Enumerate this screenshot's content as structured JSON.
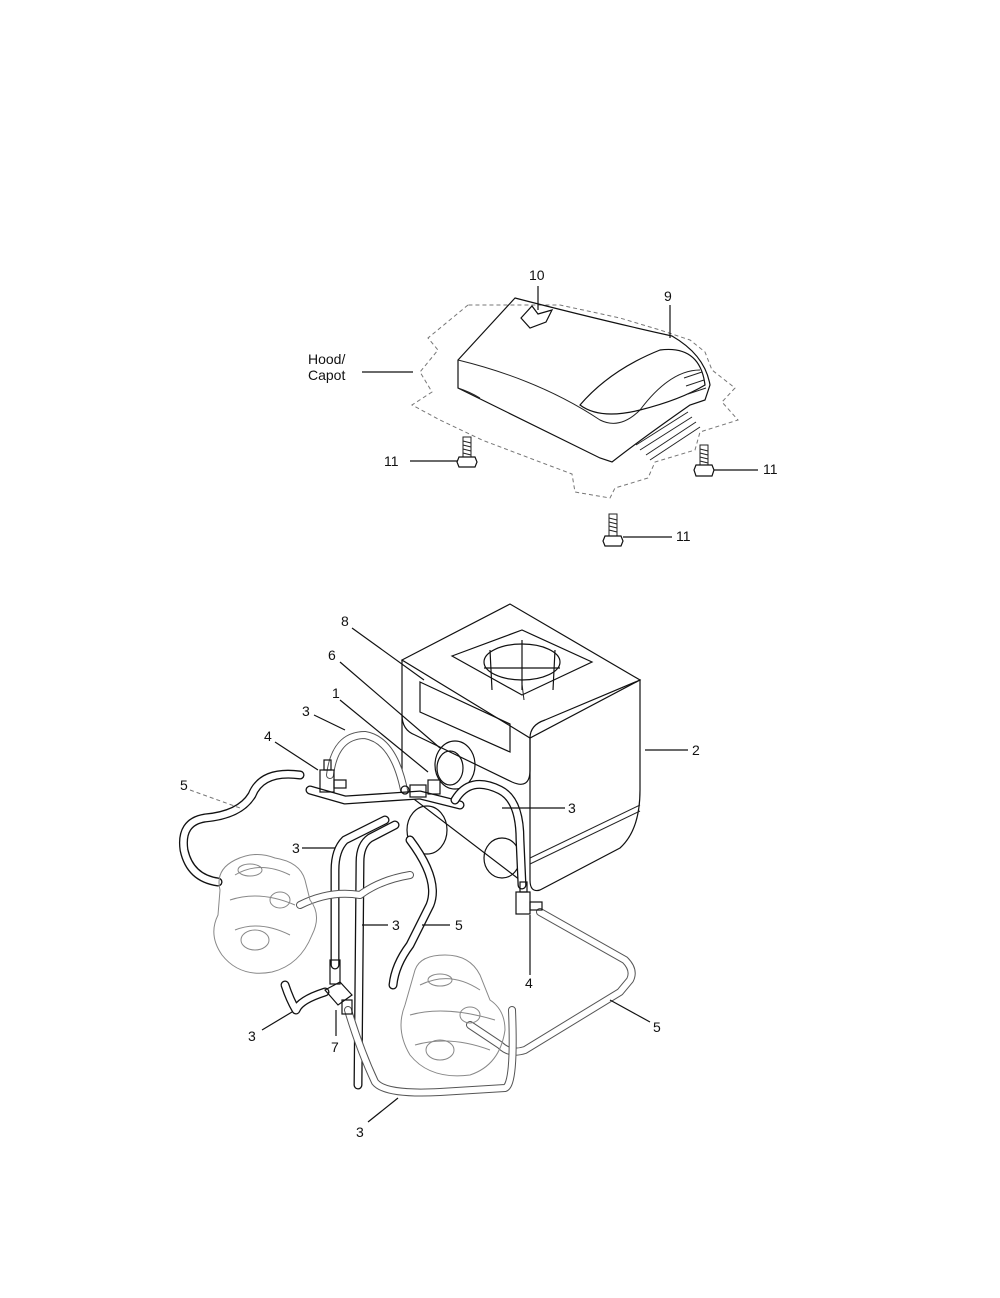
{
  "callouts": {
    "hood_capot": [
      "Hood/",
      "Capot"
    ],
    "hood_parts": {
      "p9": "9",
      "p10": "10",
      "p11a": "11",
      "p11b": "11",
      "p11c": "11"
    },
    "tank_parts": {
      "p1": "1",
      "p2": "2",
      "p3a": "3",
      "p3b": "3",
      "p3c": "3",
      "p3d": "3",
      "p3e": "3",
      "p3f": "3",
      "p4a": "4",
      "p4b": "4",
      "p5a": "5",
      "p5b": "5",
      "p5c": "5",
      "p6": "6",
      "p7": "7",
      "p8": "8"
    }
  }
}
